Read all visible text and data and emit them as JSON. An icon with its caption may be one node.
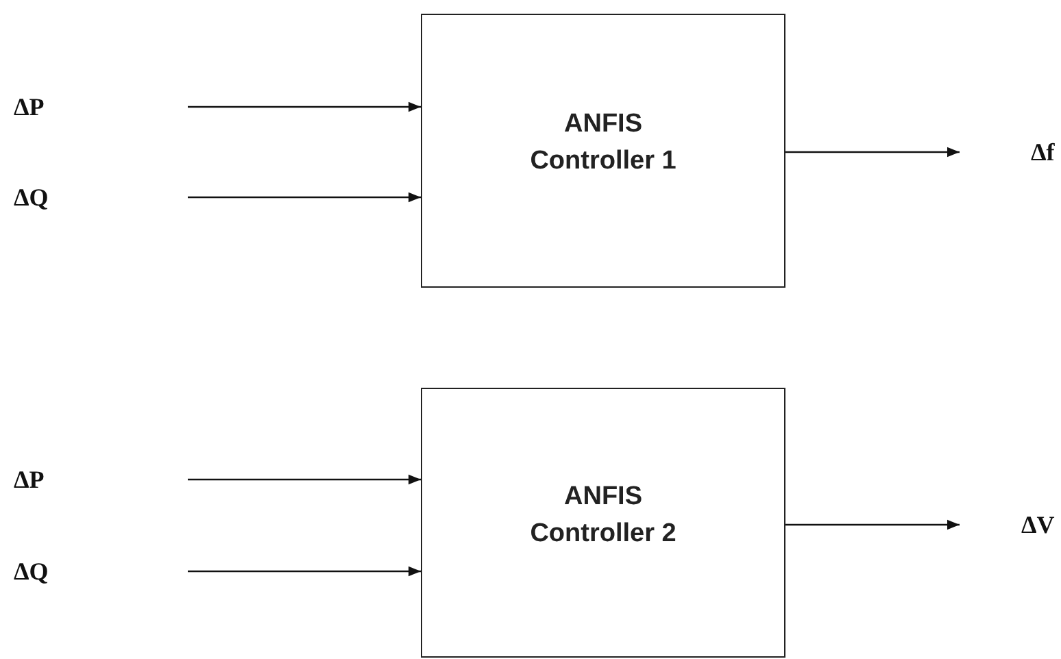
{
  "diagram": {
    "nodes": [
      {
        "text": [
          "ANFIS Controller 1"
        ]
      },
      {
        "text": [
          "Δf"
        ]
      },
      {
        "text": [
          "ANFIS Controller 2"
        ]
      },
      {
        "text": [
          "ΔV"
        ]
      }
    ],
    "edges": [
      {
        "from": null,
        "to": 0,
        "arrow": "to"
      },
      {
        "from": null,
        "to": 0,
        "arrow": "to"
      },
      {
        "from": 0,
        "to": 1,
        "arrow": "to"
      },
      {
        "from": null,
        "to": 2,
        "arrow": "to"
      },
      {
        "from": null,
        "to": 2,
        "arrow": "to"
      },
      {
        "from": 2,
        "to": 3,
        "arrow": "to"
      }
    ],
    "labels": [
      "ΔP",
      "ΔQ",
      "ΔP",
      "ΔQ"
    ]
  }
}
